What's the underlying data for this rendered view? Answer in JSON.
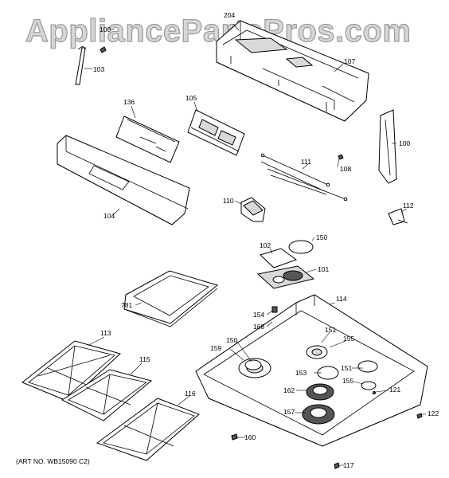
{
  "watermark": "AppliancePartsPros.com",
  "art_number": "(ART NO. WB15090 C2)",
  "callouts": {
    "c100a": "100",
    "c103": "103",
    "c204": "204",
    "c107": "107",
    "c136": "136",
    "c105": "105",
    "c104": "104",
    "c100b": "100",
    "c108": "108",
    "c111": "111",
    "c110": "110",
    "c112": "112",
    "c102": "102",
    "c150a": "150",
    "c101": "101",
    "c781": "781",
    "c114": "114",
    "c154": "154",
    "c168": "168",
    "c151a": "151",
    "c155a": "155",
    "c113": "113",
    "c159": "159",
    "c150b": "150",
    "c153": "153",
    "c151b": "151",
    "c115": "115",
    "c155b": "155",
    "c162": "162",
    "c121": "121",
    "c116": "116",
    "c157": "157",
    "c122": "122",
    "c160": "160",
    "c117": "117"
  }
}
